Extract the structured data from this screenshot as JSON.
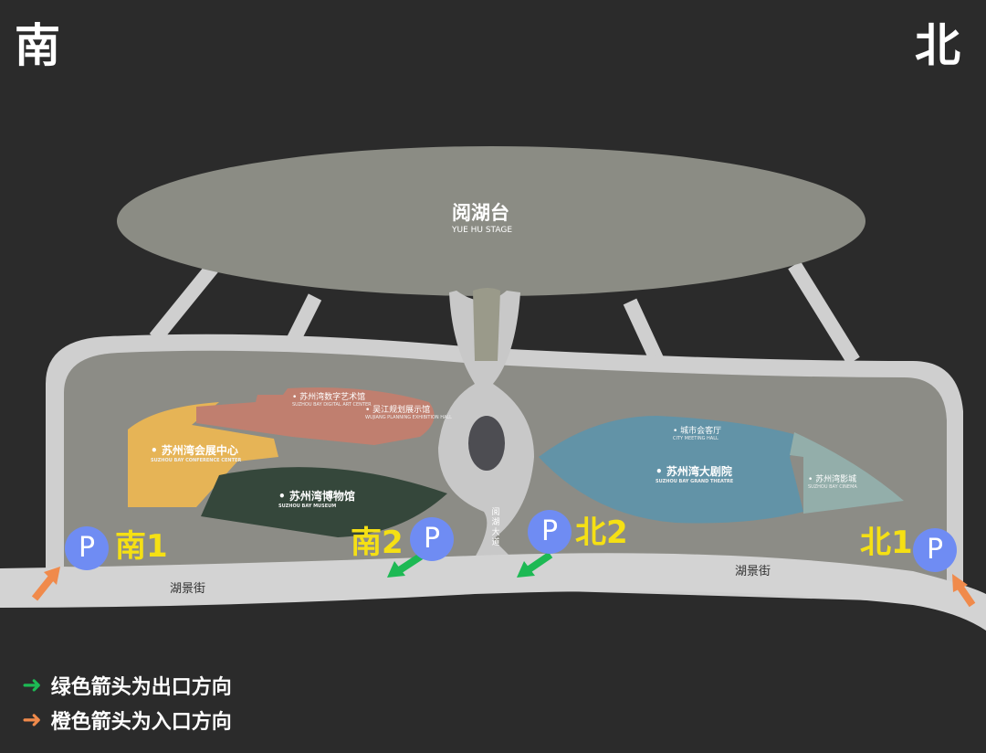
{
  "compass": {
    "south": "南",
    "north": "北"
  },
  "stage": {
    "name": "阅湖台",
    "name_en": "YUE HU STAGE"
  },
  "buildings": [
    {
      "name": "苏州湾数字艺术馆",
      "name_en": "SUZHOU BAY DIGITAL ART CENTER",
      "color": "#c07f6f"
    },
    {
      "name": "吴江规划展示馆",
      "name_en": "WUJIANG PLANNING EXHIBITION HALL",
      "color": "#c07f6f"
    },
    {
      "name": "苏州湾会展中心",
      "name_en": "SUZHOU BAY CONFERENCE CENTER",
      "color": "#e6b456"
    },
    {
      "name": "苏州湾博物馆",
      "name_en": "SUZHOU BAY MUSEUM",
      "color": "#35473b"
    },
    {
      "name": "城市会客厅",
      "name_en": "CITY MEETING HALL",
      "color": "#6293a7"
    },
    {
      "name": "苏州湾大剧院",
      "name_en": "SUZHOU BAY GRAND THEATRE",
      "color": "#6293a7"
    },
    {
      "name": "苏州湾影城",
      "name_en": "SUZHOU BAY CINEMA",
      "color": "#93aeaa"
    }
  ],
  "roads": {
    "street": "湖景街",
    "avenue": [
      "阅",
      "湖",
      "大",
      "道"
    ]
  },
  "parking": [
    {
      "symbol": "P",
      "label": "南1"
    },
    {
      "symbol": "P",
      "label": "南2"
    },
    {
      "symbol": "P",
      "label": "北2"
    },
    {
      "symbol": "P",
      "label": "北1"
    }
  ],
  "legend": [
    {
      "text": "绿色箭头为出口方向",
      "color": "#1db954"
    },
    {
      "text": "橙色箭头为入口方向",
      "color": "#f08a4b"
    }
  ]
}
